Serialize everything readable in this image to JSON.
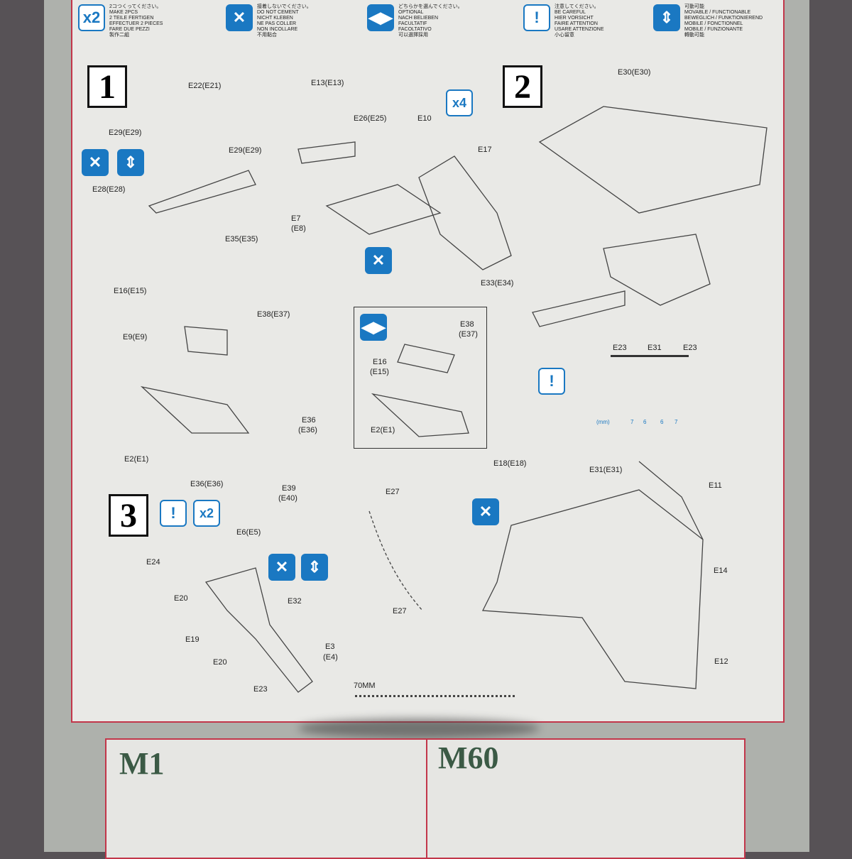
{
  "legend": [
    {
      "icon": "make-two-icon",
      "symbol": "x2",
      "lines": [
        "2コつくってください。",
        "MAKE 2pcs",
        "2 TEILE FERTIGEN",
        "EFFECTUER 2 PIECES",
        "FARE DUE PEZZI",
        "製作二組"
      ]
    },
    {
      "icon": "do-not-cement-icon",
      "symbol": "✕",
      "lines": [
        "接着しないでください。",
        "DO NOT CEMENT",
        "NICHT KLEBEN",
        "NE PAS COLLER",
        "NON INCOLLARE",
        "不用黏合"
      ]
    },
    {
      "icon": "optional-icon",
      "symbol": "◀▶",
      "lines": [
        "どちらかを選んでください。",
        "OPTIONAL",
        "NACH BELIEBEN",
        "FACULTATIF",
        "FACOLTATIVO",
        "可以選擇採用"
      ]
    },
    {
      "icon": "be-careful-icon",
      "symbol": "!",
      "lines": [
        "注意してください。",
        "BE CAREFUL",
        "HIER VORSICHT",
        "FAIRE ATTENTION",
        "USARE ATTENZIONE",
        "小心留意"
      ]
    },
    {
      "icon": "movable-icon",
      "symbol": "⇕",
      "lines": [
        "可動可能",
        "MOVABLE / FUNCTIONABLE",
        "BEWEGLICH / FUNKTIONIEREND",
        "MOBILE / FONCTIONNEL",
        "MOBILE / FUNZIONANTE",
        "轉動可能"
      ]
    }
  ],
  "steps": [
    "1",
    "2",
    "3"
  ],
  "step1_badges": {
    "x4": "x4"
  },
  "step3_badges": {
    "x2": "x2"
  },
  "labels": [
    "E22(E21)",
    "E29(E29)",
    "E29(E29)",
    "E28(E28)",
    "E35(E35)",
    "E13(E13)",
    "E26(E25)",
    "E10",
    "E17",
    "E7",
    "(E8)",
    "E33(E34)",
    "E30(E30)",
    "E16(E15)",
    "E38(E37)",
    "E9(E9)",
    "E38",
    "(E37)",
    "E16",
    "(E15)",
    "E2(E1)",
    "E36",
    "(E36)",
    "E2(E1)",
    "E36(E36)",
    "E39",
    "(E40)",
    "E23",
    "E31",
    "E23",
    "(mm)",
    "7",
    "6",
    "6",
    "7",
    "E18(E18)",
    "E31(E31)",
    "E11",
    "E27",
    "E27",
    "E6(E5)",
    "E24",
    "E20",
    "E32",
    "E19",
    "E20",
    "E3",
    "(E4)",
    "E23",
    "E14",
    "E12",
    "70MM"
  ],
  "models": [
    "M1",
    "M60"
  ]
}
